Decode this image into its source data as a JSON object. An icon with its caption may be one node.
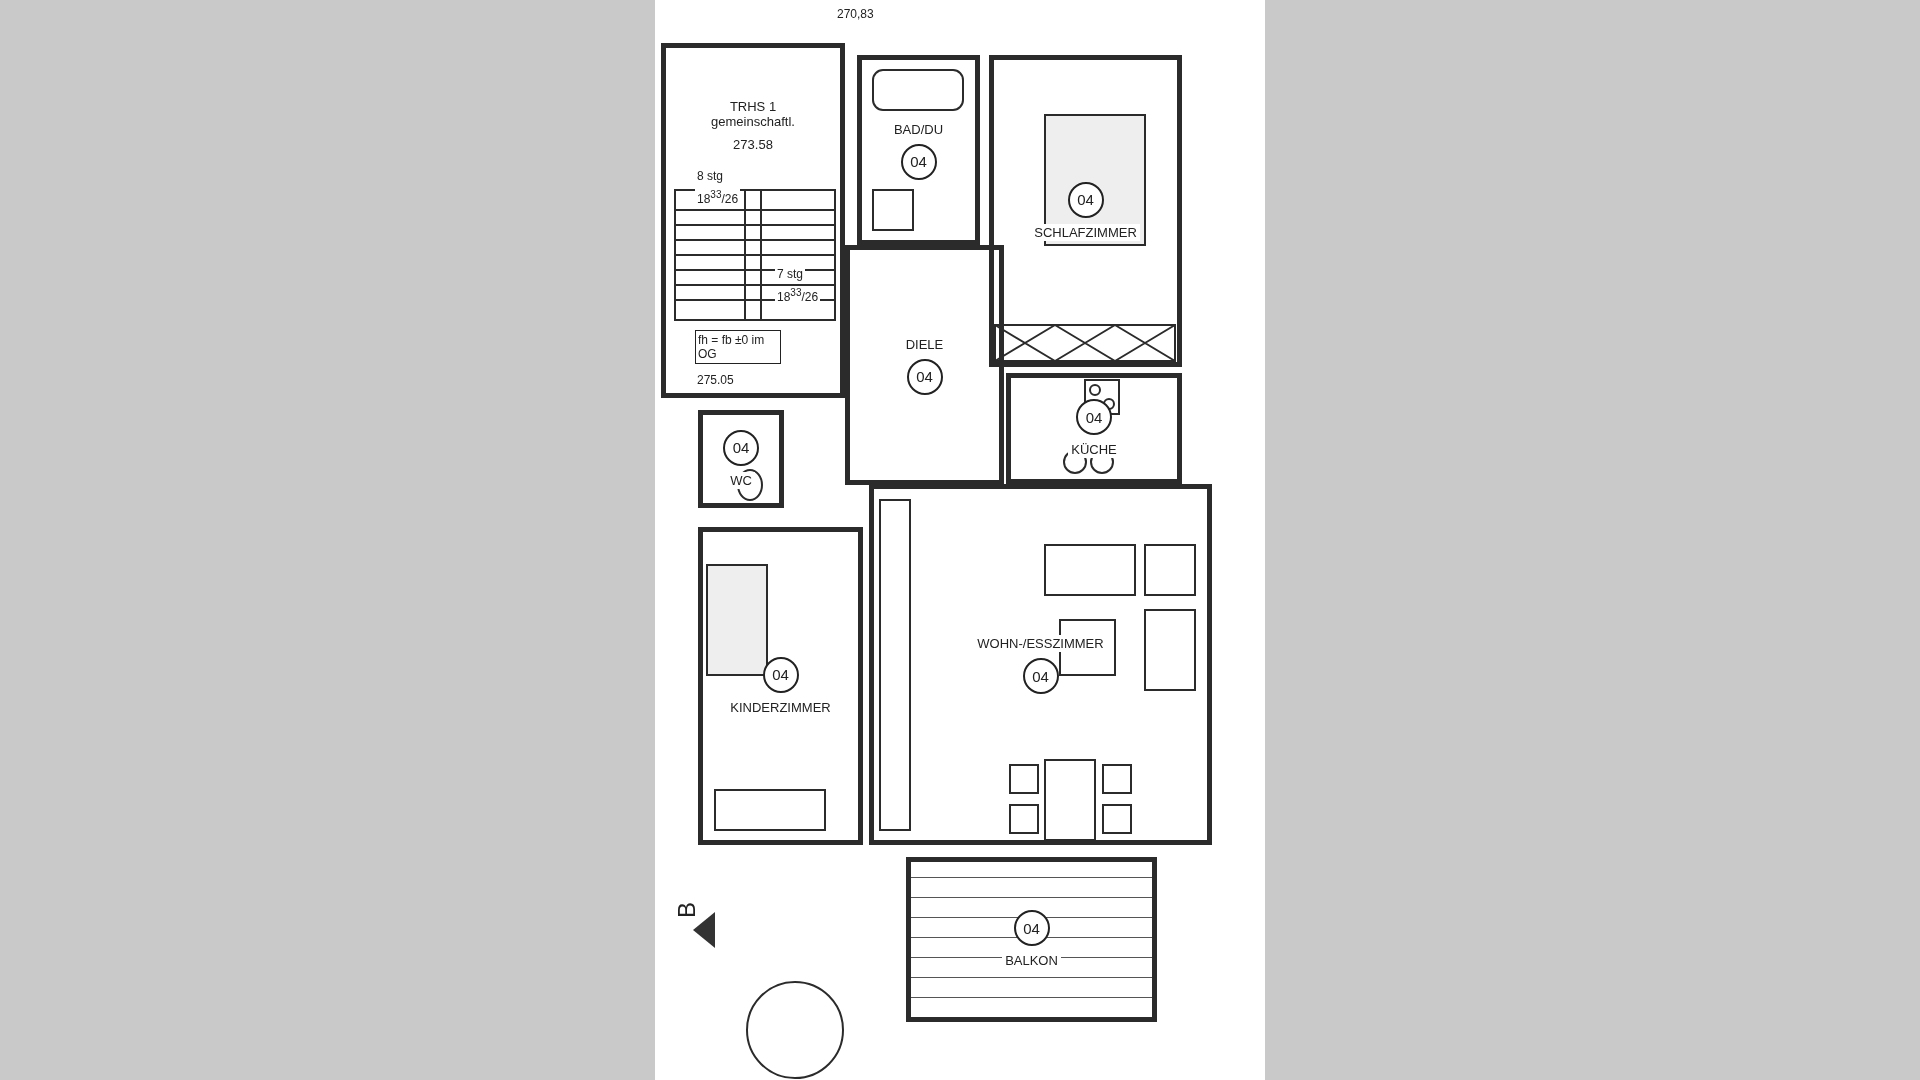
{
  "diagram": {
    "nodes": [
      {
        "text": [
          "TRHS 1 gemeinschaftl.",
          "273.58"
        ]
      },
      {
        "text": [
          "BAD/DU",
          "04"
        ]
      },
      {
        "text": [
          "04",
          "SCHLAFZIMMER"
        ]
      },
      {
        "text": [
          "DIELE",
          "04"
        ]
      },
      {
        "text": [
          "04",
          "KÜCHE"
        ]
      },
      {
        "text": [
          "04",
          "WC"
        ]
      },
      {
        "text": [
          "04",
          "KINDERZIMMER"
        ]
      },
      {
        "text": [
          "WOHN-/ESSZIMMER",
          "04"
        ]
      },
      {
        "text": [
          "04",
          "BALKON"
        ]
      }
    ],
    "labels": [
      "270,83",
      "8 stg",
      "18$^{33}$/26",
      "7 stg",
      "18$^{33}$/26",
      "fh = fb ±0 im OG",
      "275.05",
      "B"
    ]
  }
}
